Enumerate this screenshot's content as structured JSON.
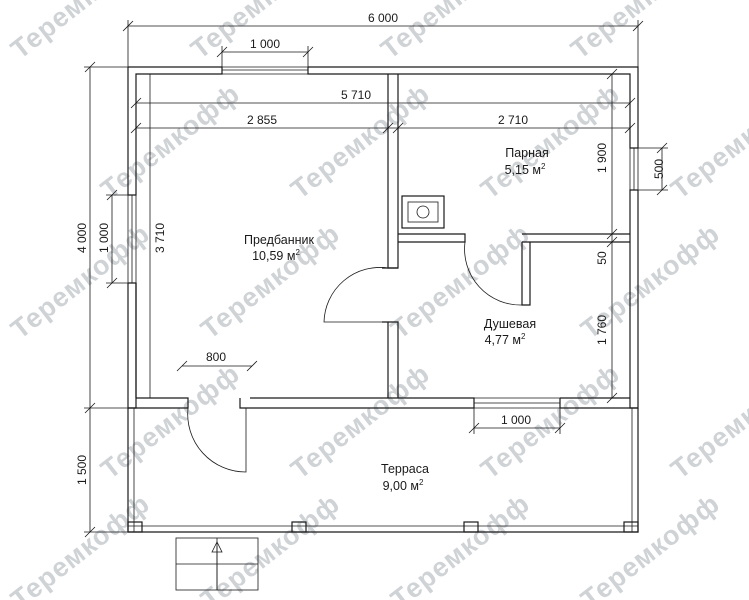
{
  "watermark": "Теремкофф",
  "dimensions": {
    "overall_width": "6 000",
    "overall_depth": "4 000",
    "window_top": "1 000",
    "inner_width": "5 710",
    "left_room_width": "2 855",
    "right_room_width": "2 710",
    "left_window": "1 000",
    "left_room_depth": "3 710",
    "steam_depth": "1 900",
    "partition": "50",
    "shower_depth": "1 760",
    "right_window": "500",
    "entrance_door": "800",
    "bottom_window": "1 000",
    "terrace_depth": "1 500"
  },
  "rooms": {
    "predbannik": {
      "name": "Предбанник",
      "area": "10,59 м",
      "sup": "2"
    },
    "parnaya": {
      "name": "Парная",
      "area": "5,15 м",
      "sup": "2"
    },
    "dushevaya": {
      "name": "Душевая",
      "area": "4,77 м",
      "sup": "2"
    },
    "terrasa": {
      "name": "Терраса",
      "area": "9,00 м",
      "sup": "2"
    }
  }
}
